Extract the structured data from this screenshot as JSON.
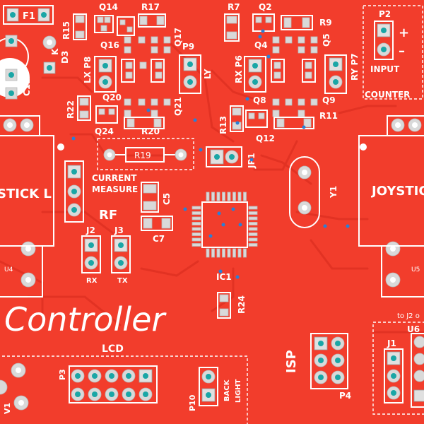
{
  "board": {
    "title": "Controller",
    "colors": {
      "soldermask": "#f23d2c",
      "silkscreen": "#ffffff",
      "pad": "#d9d9d9",
      "via": "#2a7fd6"
    }
  },
  "labels": {
    "F1": "F1",
    "Q14": "Q14",
    "R17": "R17",
    "R7": "R7",
    "Q2": "Q2",
    "P2": "P2",
    "R15": "R15",
    "Q16": "Q16",
    "Q17": "Q17",
    "P9": "P9",
    "Q4": "Q4",
    "R9": "R9",
    "Q5": "Q5",
    "D3": "D3",
    "K": "K",
    "LX_P8": "LX P8",
    "LY": "LY",
    "RX_P6": "RX P6",
    "RY_P7": "RY P7",
    "INPUT": "INPUT",
    "plus": "+",
    "minus": "–",
    "C12": "C12",
    "COUNTER": "COUNTER",
    "R22": "R22",
    "Q20": "Q20",
    "Q21": "Q21",
    "Q8": "Q8",
    "Q9": "Q9",
    "R11": "R11",
    "Q24": "Q24",
    "R20": "R20",
    "R13": "R13",
    "Q12": "Q12",
    "R19": "R19",
    "JP1": "JP1",
    "CURRENT": "CURRENT",
    "MEASURE": "MEASURE",
    "STICK_L": "STICK L",
    "JOYSTIC": "JOYSTIC",
    "Y1": "Y1",
    "C5": "C5",
    "RF": "RF",
    "J2": "J2",
    "J3": "J3",
    "C7": "C7",
    "U4": "U4",
    "U5": "U5",
    "RX": "RX",
    "TX": "TX",
    "IC1": "IC1",
    "R24": "R24",
    "to_J2": "to J2 o",
    "U6": "U6",
    "LCD": "LCD",
    "ISP": "ISP",
    "J1": "J1",
    "P3": "P3",
    "P10": "P10",
    "BACK": "BACK",
    "LIGHT": "LIGHT",
    "P4": "P4",
    "V1": "V1"
  }
}
